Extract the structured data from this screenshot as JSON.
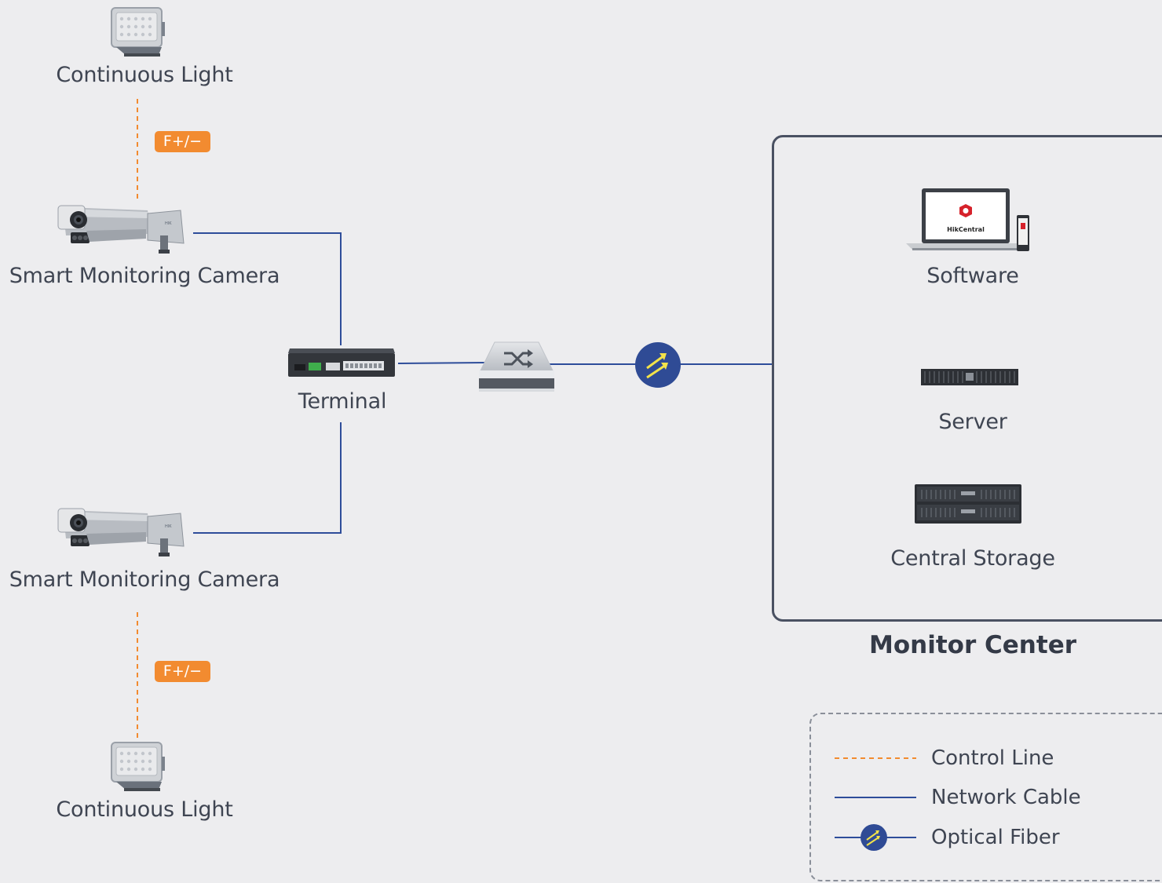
{
  "nodes": {
    "light_top": "Continuous Light",
    "camera_top": "Smart Monitoring Camera",
    "terminal": "Terminal",
    "camera_bottom": "Smart Monitoring Camera",
    "light_bottom": "Continuous Light",
    "software": "Software",
    "server": "Server",
    "central_storage": "Central Storage"
  },
  "badges": {
    "top": "F+/−",
    "bottom": "F+/−"
  },
  "software_brand": "HikCentral",
  "group_title": "Monitor Center",
  "legend": [
    {
      "label": "Control Line",
      "style": "dashed",
      "color": "#f28b30"
    },
    {
      "label": "Network Cable",
      "style": "solid",
      "color": "#2e4d9a"
    },
    {
      "label": "Optical Fiber",
      "style": "fiber",
      "color": "#2e4d9a"
    }
  ],
  "colors": {
    "network": "#2e4d9a",
    "control": "#f28b30",
    "fiber_node": "#2f4b95",
    "fiber_arrow": "#f2e24a",
    "frame": "#4a5162",
    "background": "#ededef"
  },
  "icons": {
    "light": "floodlight-icon",
    "camera": "bullet-camera-icon",
    "terminal": "terminal-device-icon",
    "switch": "network-switch-icon",
    "fiber": "optical-fiber-icon",
    "software": "laptop-software-icon",
    "server": "rack-server-icon",
    "storage": "storage-array-icon"
  }
}
